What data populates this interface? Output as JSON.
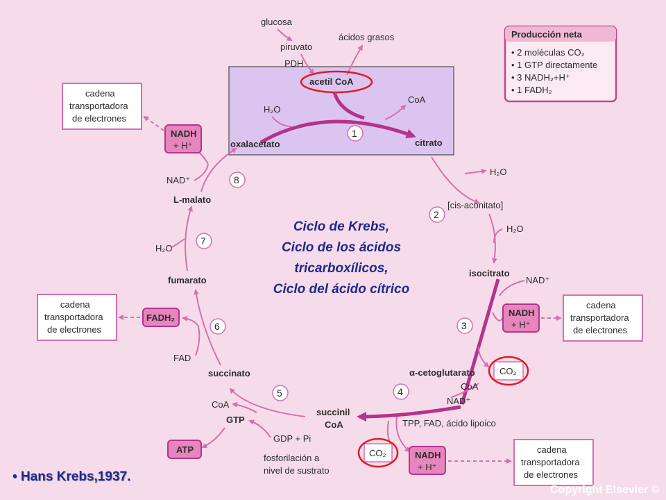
{
  "title_lines": [
    "Ciclo de Krebs,",
    "Ciclo de los ácidos",
    "tricarboxílicos,",
    "Ciclo del ácido cítrico"
  ],
  "author": "• Hans Krebs,1937.",
  "copyright": "Copyright Elsevier ©",
  "top": {
    "glucosa": "glucosa",
    "piruvato": "piruvato",
    "pdh": "PDH",
    "acidos_grasos": "ácidos grasos"
  },
  "metabolites": {
    "acetil_coa": "acetil CoA",
    "oxalacetato": "oxalacetato",
    "citrato": "citrato",
    "cis_aconitato": "[cis-aconitato]",
    "isocitrato": "isocitrato",
    "cetoglutarato": "α-cetoglutarato",
    "succinil_coa_1": "succinil",
    "succinil_coa_2": "CoA",
    "succinato": "succinato",
    "fumarato": "fumarato",
    "l_malato": "L-malato"
  },
  "cofactors": {
    "h2o_1": "H₂O",
    "coa_1": "CoA",
    "h2o_2": "H₂O",
    "h2o_3": "H₂O",
    "nad_isocitrato": "NAD⁺",
    "co2_1": "CO₂",
    "coa_2": "CoA",
    "nad_cetoglutarato": "NAD⁺",
    "tpp": "TPP, FAD, ácido lipoico",
    "co2_2": "CO₂",
    "coa_3": "CoA",
    "gtp": "GTP",
    "atp": "ATP",
    "gdp": "GDP + Pi",
    "fosforilacion_1": "fosforilación a",
    "fosforilacion_2": "nivel de sustrato",
    "fad": "FAD",
    "h2o_4": "H₂O",
    "nad_malato": "NAD⁺"
  },
  "carriers": {
    "nadh_1": "NADH",
    "nadh_1b": "+ H⁺",
    "nadh_2": "NADH",
    "nadh_2b": "+ H⁺",
    "nadh_3": "NADH",
    "nadh_3b": "+ H⁺",
    "fadh2": "FADH₂"
  },
  "chain_box": {
    "line1": "cadena",
    "line2": "transportadora",
    "line3": "de electrones"
  },
  "steps": [
    "1",
    "2",
    "3",
    "4",
    "5",
    "6",
    "7",
    "8"
  ],
  "production": {
    "title": "Producción neta",
    "items": [
      "• 2 moléculas CO₂",
      "• 1 GTP directamente",
      "• 3 NADH₂+H⁺",
      "• 1 FADH₂"
    ]
  },
  "colors": {
    "pink_arrow": "#d66fb0",
    "magenta_arrow": "#b5338a",
    "box_border": "#c2478f",
    "red_circle": "#e01b24",
    "highlight": "#dcc4f0"
  }
}
